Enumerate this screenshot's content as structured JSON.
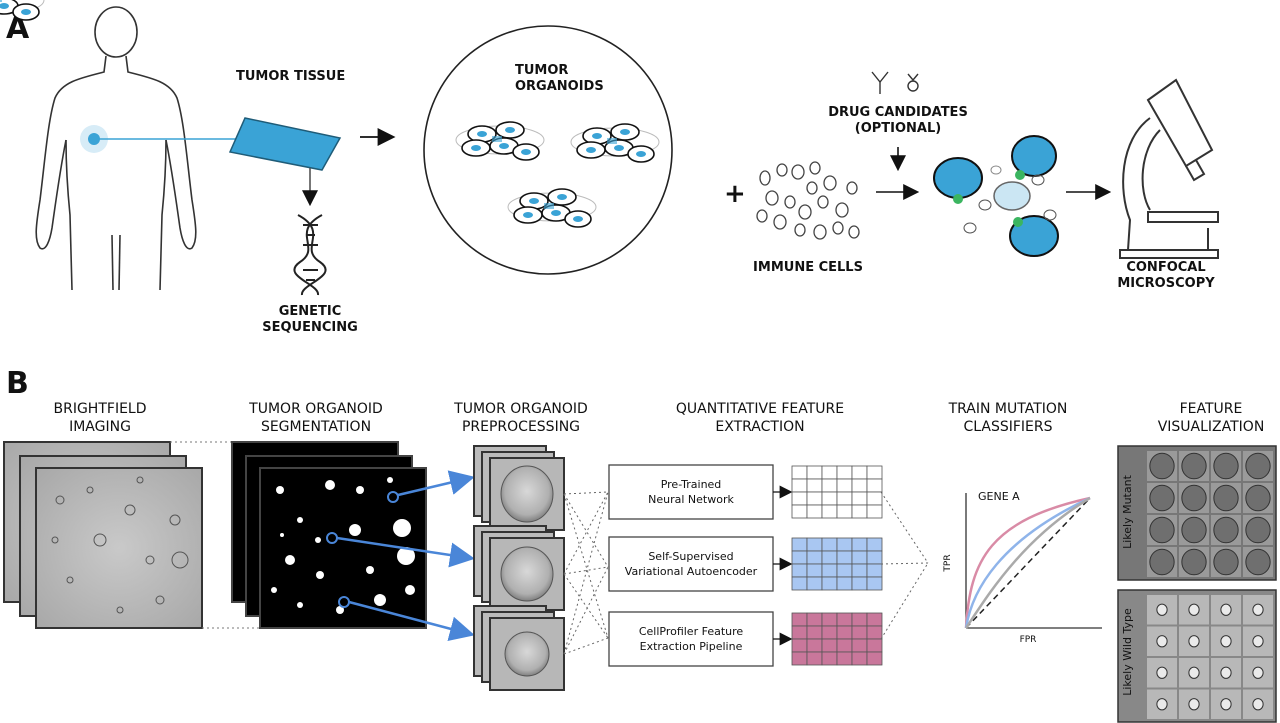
{
  "panelA": {
    "label": "A",
    "tumor_tissue": "TUMOR TISSUE",
    "tumor_organoids": [
      "TUMOR",
      "ORGANOIDS"
    ],
    "genetic_sequencing": [
      "GENETIC",
      "SEQUENCING"
    ],
    "drug_candidates": [
      "DRUG CANDIDATES",
      "(OPTIONAL)"
    ],
    "immune_cells": "IMMUNE CELLS",
    "plus": "+",
    "confocal": [
      "CONFOCAL",
      "MICROSCOPY"
    ]
  },
  "panelB": {
    "label": "B",
    "brightfield": [
      "BRIGHTFIELD",
      "IMAGING"
    ],
    "segmentation": [
      "TUMOR ORGANOID",
      "SEGMENTATION"
    ],
    "preprocessing": [
      "TUMOR ORGANOID",
      "PREPROCESSING"
    ],
    "feature_extraction": [
      "QUANTITATIVE FEATURE",
      "EXTRACTION"
    ],
    "classifiers": [
      "TRAIN MUTATION",
      "CLASSIFIERS"
    ],
    "visualization": [
      "FEATURE",
      "VISUALIZATION"
    ],
    "methods": [
      [
        "Pre-Trained",
        "Neural Network"
      ],
      [
        "Self-Supervised",
        "Variational Autoencoder"
      ],
      [
        "CellProfiler Feature",
        "Extraction Pipeline"
      ]
    ],
    "roc": {
      "title": "GENE A",
      "xlabel": "FPR",
      "ylabel": "TPR"
    },
    "likely_mutant": "Likely Mutant",
    "likely_wild_type": "Likely Wild Type"
  },
  "colors": {
    "blue": "#3aa3d6",
    "arrow_blue": "#4a86d8",
    "grid_blue": "#a9c7f2",
    "grid_pink": "#c9779b",
    "roc_pink": "#d98ba6",
    "roc_blue": "#8fb4ea",
    "green": "#3bb560"
  }
}
